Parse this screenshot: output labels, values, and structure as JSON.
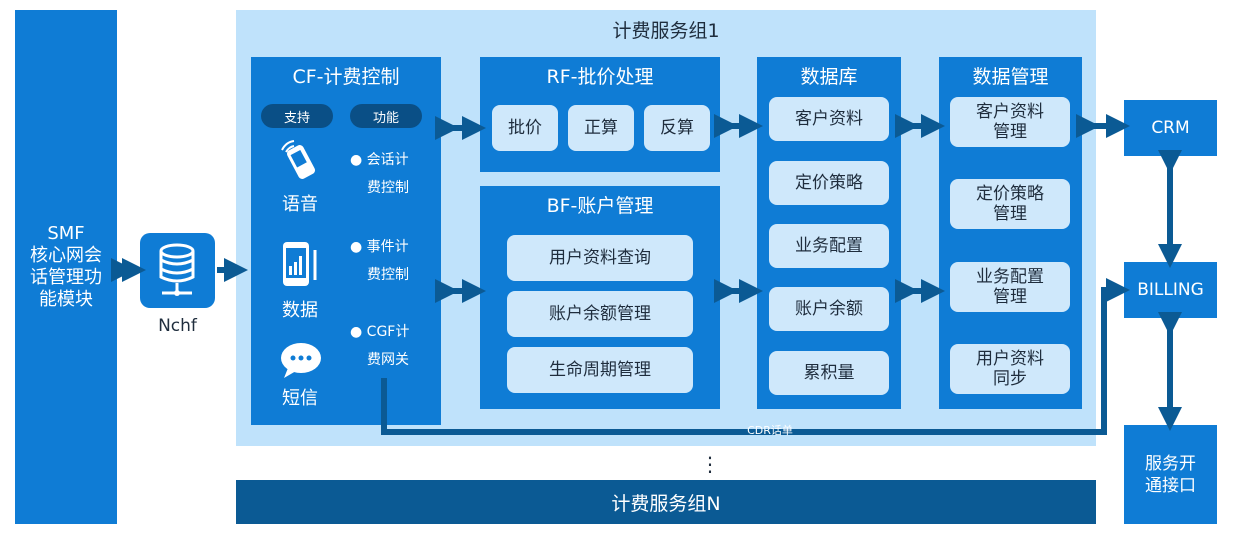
{
  "smf": {
    "label": "SMF\n核心网会\n话管理功\n能模块"
  },
  "nchf": {
    "label": "Nchf",
    "icon": "database-network-icon"
  },
  "group1": {
    "title": "计费服务组1"
  },
  "groupN": {
    "title": "计费服务组N"
  },
  "ellipsis": "⋮",
  "cf": {
    "title": "CF-计费控制",
    "pill_support": "支持",
    "pill_function": "功能",
    "items": [
      {
        "label": "语音",
        "icon": "mobile-phone-signal-icon"
      },
      {
        "label": "数据",
        "icon": "smartphone-chart-icon"
      },
      {
        "label": "短信",
        "icon": "chat-bubble-icon"
      }
    ],
    "functions": [
      {
        "line1": "会话计",
        "line2": "费控制"
      },
      {
        "line1": "事件计",
        "line2": "费控制"
      },
      {
        "line1": "CGF计",
        "line2": "费网关"
      }
    ]
  },
  "rf": {
    "title": "RF-批价处理",
    "items": [
      "批价",
      "正算",
      "反算"
    ]
  },
  "bf": {
    "title": "BF-账户管理",
    "items": [
      "用户资料查询",
      "账户余额管理",
      "生命周期管理"
    ]
  },
  "db": {
    "title": "数据库",
    "items": [
      "客户资料",
      "定价策略",
      "业务配置",
      "账户余额",
      "累积量"
    ]
  },
  "dm": {
    "title": "数据管理",
    "items": [
      "客户资料\n管理",
      "定价策略\n管理",
      "业务配置\n管理",
      "用户资料\n同步"
    ]
  },
  "right": {
    "crm": "CRM",
    "billing": "BILLING",
    "service": "服务开\n通接口"
  },
  "cdr": "CDR话单",
  "colors": {
    "primary": "#0f7cd5",
    "dark": "#0b5a94",
    "light": "#bfe2fb",
    "chip": "#cfe8fb"
  }
}
